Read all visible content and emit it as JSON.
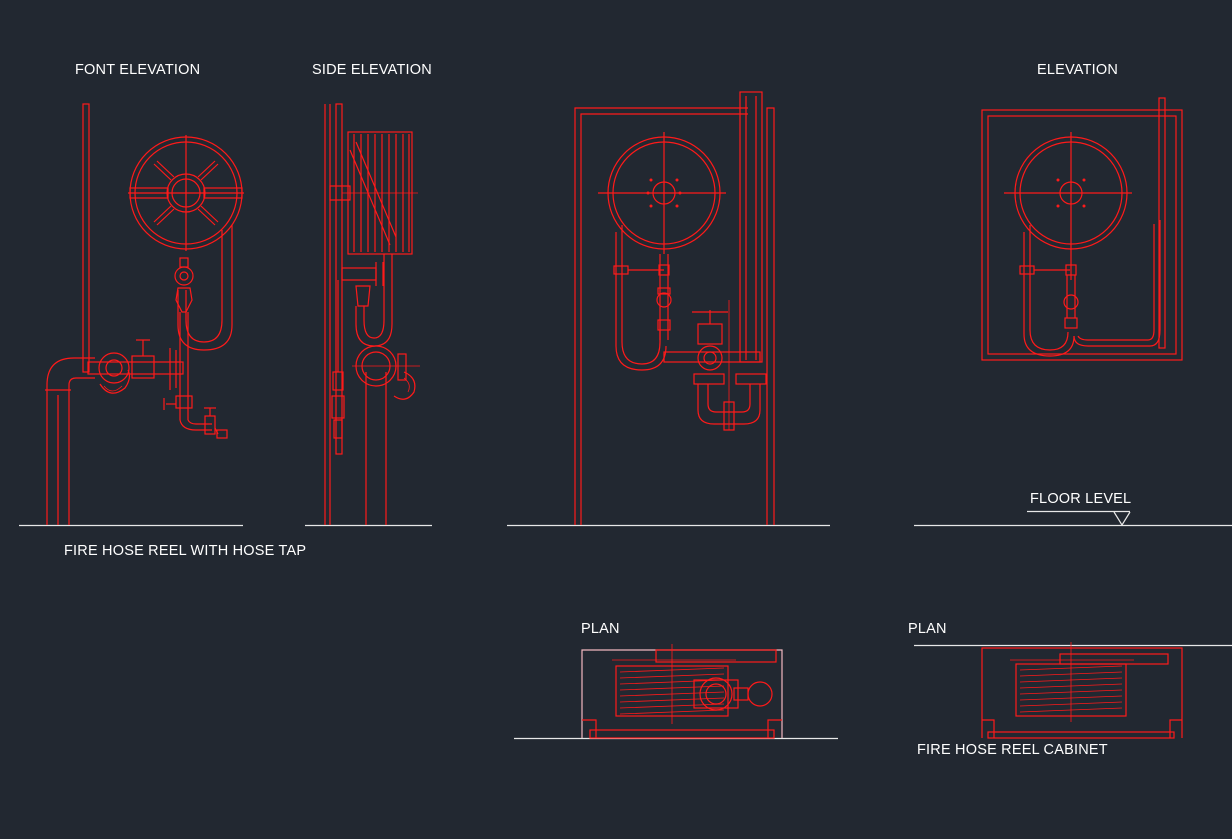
{
  "labels": {
    "font_elevation": "FONT ELEVATION",
    "side_elevation": "SIDE ELEVATION",
    "elevation": "ELEVATION",
    "floor_level": "FLOOR LEVEL",
    "fire_hose_reel_with_hose_tap": "FIRE HOSE REEL WITH HOSE TAP",
    "plan_left": "PLAN",
    "plan_right": "PLAN",
    "fire_hose_reel_cabinet": "FIRE HOSE REEL CABINET"
  },
  "colors": {
    "background": "#222831",
    "linework": "#ff1a1a",
    "floor_line": "#e8e8e8",
    "text": "#ffffff"
  }
}
